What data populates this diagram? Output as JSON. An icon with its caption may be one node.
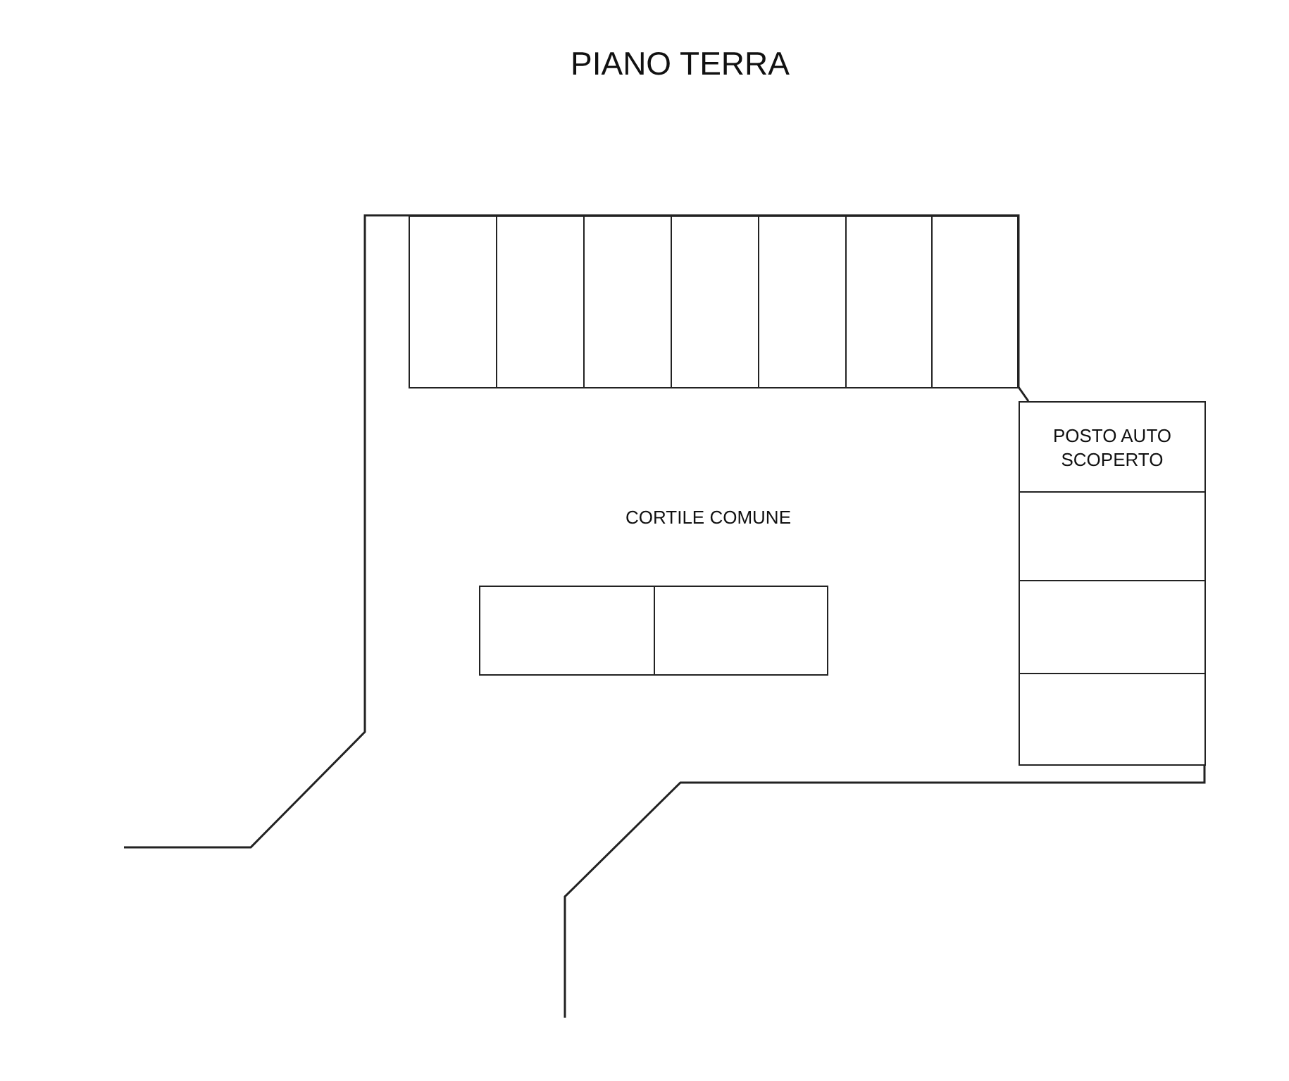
{
  "diagram": {
    "title": "PIANO TERRA",
    "nodes": [
      {
        "text": [],
        "shape": "box"
      },
      {
        "text": [],
        "shape": "box"
      },
      {
        "text": [],
        "shape": "box"
      },
      {
        "text": [],
        "shape": "box"
      },
      {
        "text": [],
        "shape": "box"
      },
      {
        "text": [],
        "shape": "box"
      },
      {
        "text": [],
        "shape": "box"
      },
      {
        "text": [
          "POSTO AUTO SCOPERTO"
        ]
      },
      {
        "text": [],
        "shape": "box"
      },
      {
        "text": [],
        "shape": "box"
      },
      {
        "text": [],
        "shape": "box"
      },
      {
        "text": [],
        "shape": "box"
      },
      {
        "text": [],
        "shape": "box"
      }
    ],
    "edges": [],
    "labels": [
      "CORTILE COMUNE"
    ]
  }
}
